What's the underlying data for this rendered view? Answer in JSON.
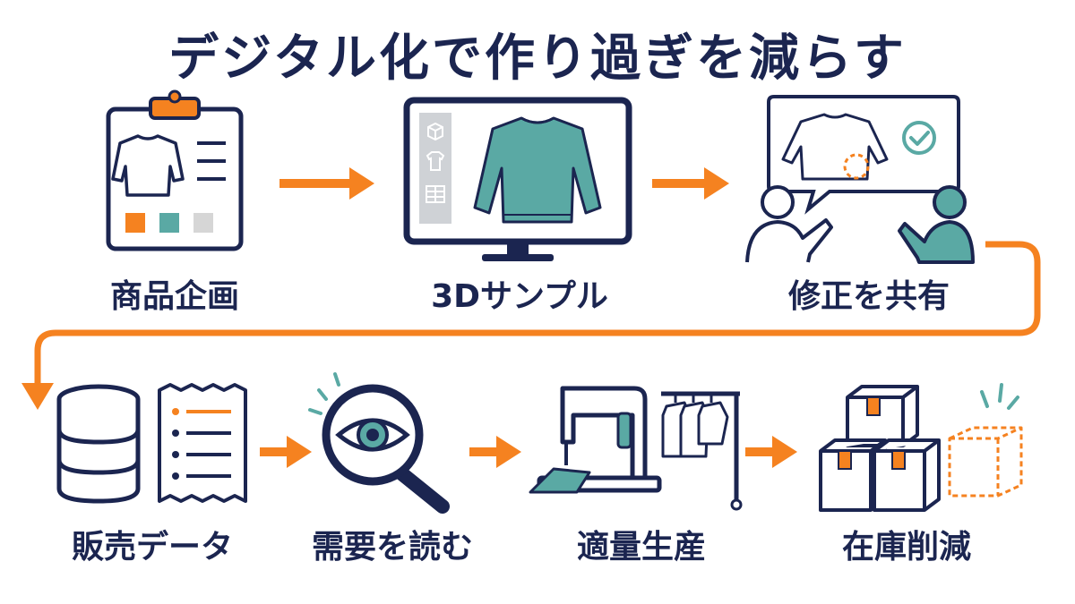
{
  "title": "デジタル化で作り過ぎを減らす",
  "steps": [
    {
      "label": "商品企画",
      "icon": "clipboard-icon"
    },
    {
      "label": "3Dサンプル",
      "icon": "monitor-icon"
    },
    {
      "label": "修正を共有",
      "icon": "meeting-icon"
    },
    {
      "label": "販売データ",
      "icon": "database-icon"
    },
    {
      "label": "需要を読む",
      "icon": "magnifier-eye-icon"
    },
    {
      "label": "適量生産",
      "icon": "sewing-machine-icon"
    },
    {
      "label": "在庫削減",
      "icon": "boxes-icon"
    }
  ],
  "colors": {
    "navy": "#1b2550",
    "orange": "#f58220",
    "teal": "#5aa9a4",
    "gray": "#d6d6d6"
  }
}
